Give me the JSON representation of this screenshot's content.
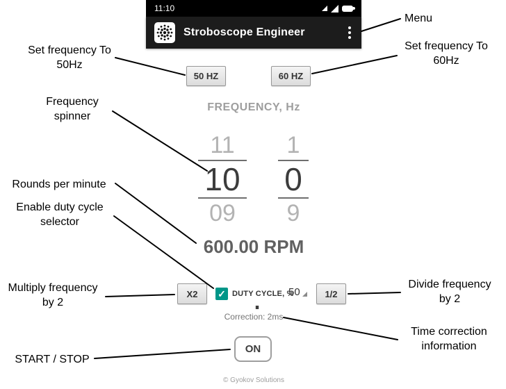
{
  "phone": {
    "status_bar": {
      "time": "11:10"
    },
    "app_bar": {
      "title": "Stroboscope Engineer"
    },
    "preset_buttons": {
      "hz50": "50 HZ",
      "hz60": "60 HZ"
    },
    "frequency_label": "FREQUENCY, Hz",
    "spinner": {
      "tens_prev": "11",
      "tens_current": "10",
      "tens_next": "09",
      "decimal_point": ".",
      "ones_prev": "1",
      "ones_current": "0",
      "ones_next": "9"
    },
    "rpm_text": "600.00 RPM",
    "controls": {
      "x2_label": "X2",
      "checkbox_checked": true,
      "check_glyph": "✓",
      "duty_cycle_label": "DUTY CYCLE, %",
      "duty_cycle_value": "50",
      "half_label": "1/2"
    },
    "correction_text": "Correction: 2ms",
    "on_button": "ON",
    "footer": "© Gyokov Solutions"
  },
  "annotations": {
    "menu": "Menu",
    "set_50": "Set frequency To 50Hz",
    "set_60": "Set frequency To 60Hz",
    "frequency_spinner": "Frequency spinner",
    "rpm": "Rounds per minute",
    "duty_selector": "Enable duty cycle selector",
    "multiply": "Multiply frequency by 2",
    "divide": "Divide frequency by 2",
    "time_correction": "Time correction information",
    "start_stop": "START / STOP"
  },
  "colors": {
    "accent_teal": "#009688",
    "app_bar_bg": "#1c1c1c",
    "digit_gray": "#b3b3b3",
    "digit_dark": "#3c3c3c"
  }
}
